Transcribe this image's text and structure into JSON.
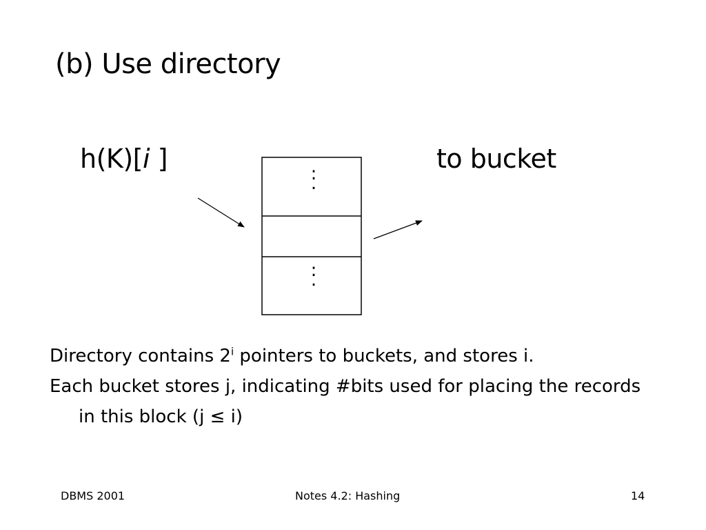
{
  "slide": {
    "title": "(b) Use directory",
    "hash_label": {
      "prefix": "h(K)[",
      "index": "i",
      "suffix": " ]"
    },
    "bucket_label": "to bucket",
    "directory": {
      "cell_top_dots": ":",
      "cell_bottom_dots": ":"
    },
    "text": {
      "line1_before_sup": "Directory contains 2",
      "line1_sup": "i",
      "line1_after_sup": " pointers to buckets, and stores i.",
      "line2": "Each bucket stores j, indicating #bits used for placing the records in this block (j ",
      "line2_symbol": "≤",
      "line2_end": " i)"
    },
    "footer": {
      "left": "DBMS 2001",
      "center": "Notes 4.2: Hashing",
      "page_number": "14"
    }
  }
}
